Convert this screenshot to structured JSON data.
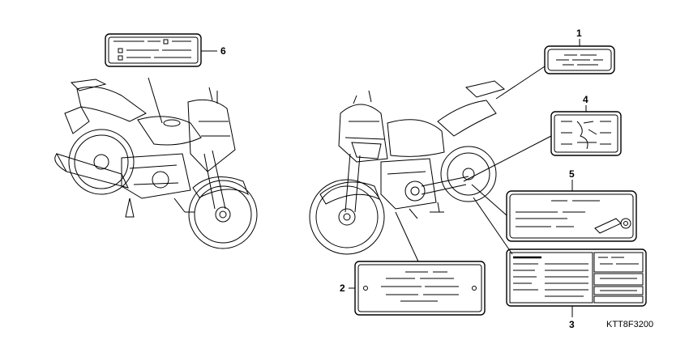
{
  "diagram": {
    "callouts": [
      "1",
      "2",
      "3",
      "4",
      "5",
      "6"
    ],
    "part_code": "KTT8F3200"
  },
  "icons": [
    "motorcycle-left-view",
    "motorcycle-front-right-view",
    "caution-label",
    "tire-info-label",
    "vehicle-id-plate",
    "emission-label"
  ]
}
